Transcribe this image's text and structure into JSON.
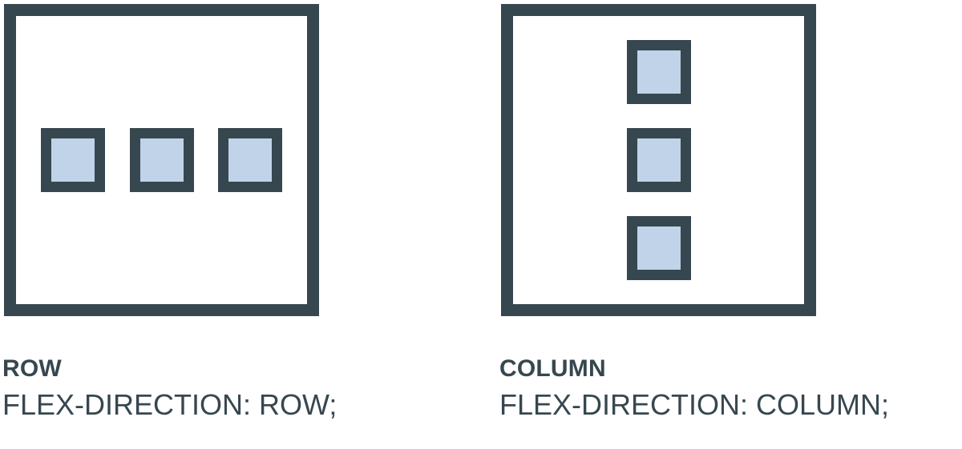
{
  "theme": {
    "background": "#ffffff",
    "outline_color": "#37474f",
    "item_fill": "#c1d3e8",
    "text_color": "#37474f"
  },
  "diagram": {
    "type": "flexbox-direction-comparison",
    "panels": [
      {
        "key": "row",
        "container_name": "flex-container-row",
        "direction": "row",
        "item_count": 3,
        "items": [
          {
            "label": ""
          },
          {
            "label": ""
          },
          {
            "label": ""
          }
        ],
        "title": "ROW",
        "code": "FLEX-DIRECTION: ROW;"
      },
      {
        "key": "column",
        "container_name": "flex-container-column",
        "direction": "column",
        "item_count": 3,
        "items": [
          {
            "label": ""
          },
          {
            "label": ""
          },
          {
            "label": ""
          }
        ],
        "title": "COLUMN",
        "code": "FLEX-DIRECTION: COLUMN;"
      }
    ]
  }
}
